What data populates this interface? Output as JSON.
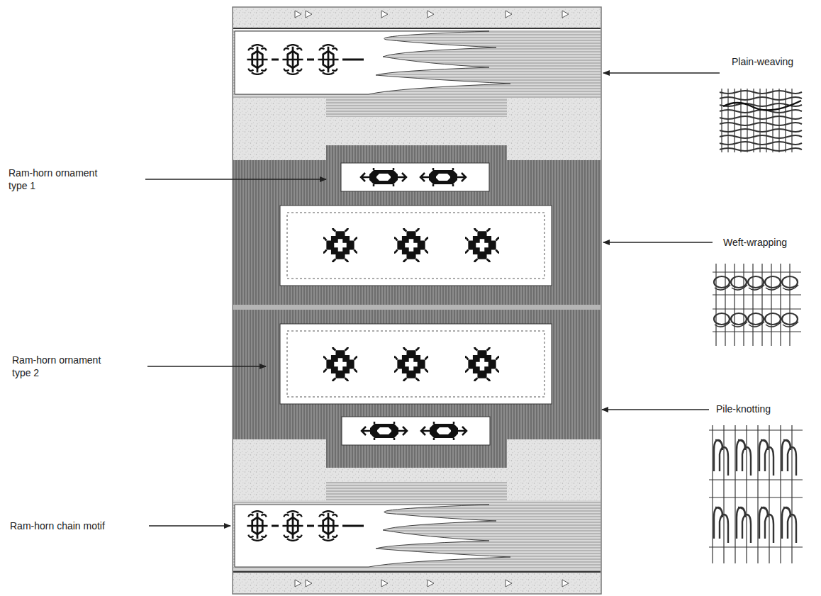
{
  "diagram": {
    "labels": [
      "Plain-weaving",
      "Ram-horn ornament type 1",
      "Weft-wrapping",
      "Ram-horn ornament type 2",
      "Pile-knotting",
      "Ram-horn chain motif"
    ]
  }
}
